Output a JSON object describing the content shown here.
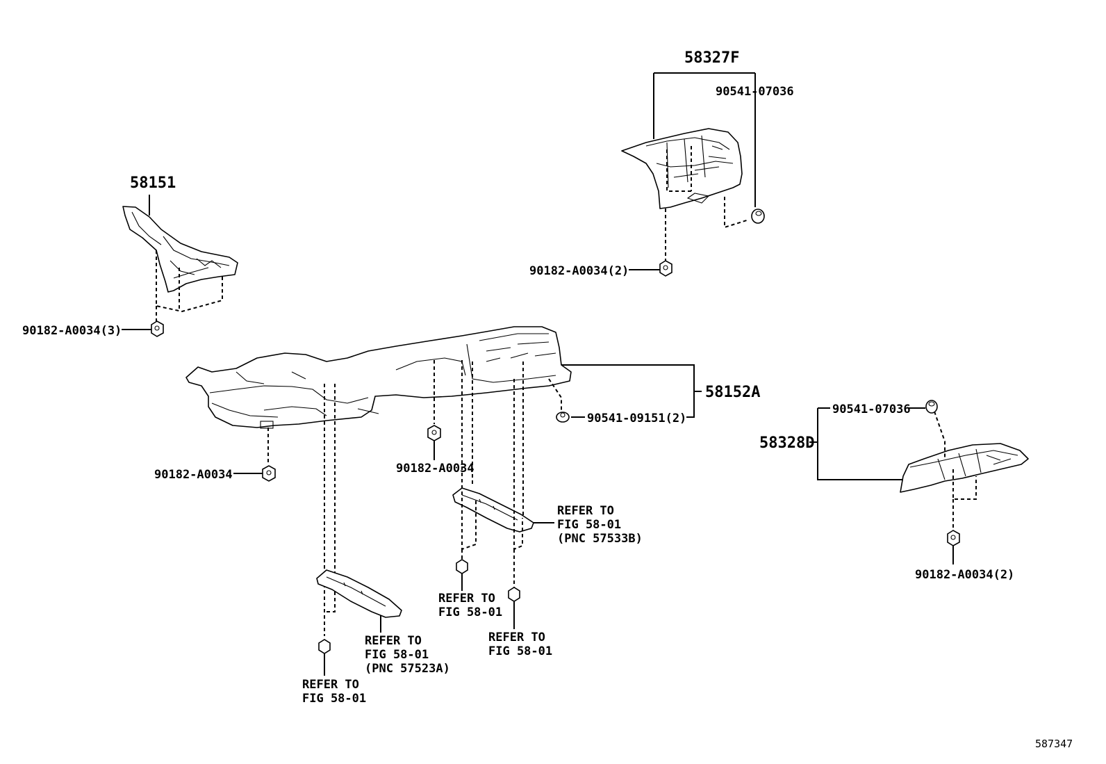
{
  "callouts": {
    "p58327f": "58327F",
    "p90541_07036_a": "90541-07036",
    "p90182_a0034_2_a": "90182-A0034(2)",
    "p58151": "58151",
    "p90182_a0034_3": "90182-A0034(3)",
    "p58152a": "58152A",
    "p90541_09151_2": "90541-09151(2)",
    "p90182_a0034_left": "90182-A0034",
    "p90182_a0034_mid": "90182-A0034",
    "p90541_07036_b": "90541-07036",
    "p58328d": "58328D",
    "p90182_a0034_2_b": "90182-A0034(2)"
  },
  "references": {
    "r1": [
      "REFER TO",
      "FIG 58-01",
      "(PNC 57533B)"
    ],
    "r2": [
      "REFER TO",
      "FIG 58-01"
    ],
    "r3": [
      "REFER TO",
      "FIG 58-01"
    ],
    "r4": [
      "REFER TO",
      "FIG 58-01",
      "(PNC 57523A)"
    ],
    "r5": [
      "REFER TO",
      "FIG 58-01"
    ]
  },
  "illustration_id": "587347"
}
